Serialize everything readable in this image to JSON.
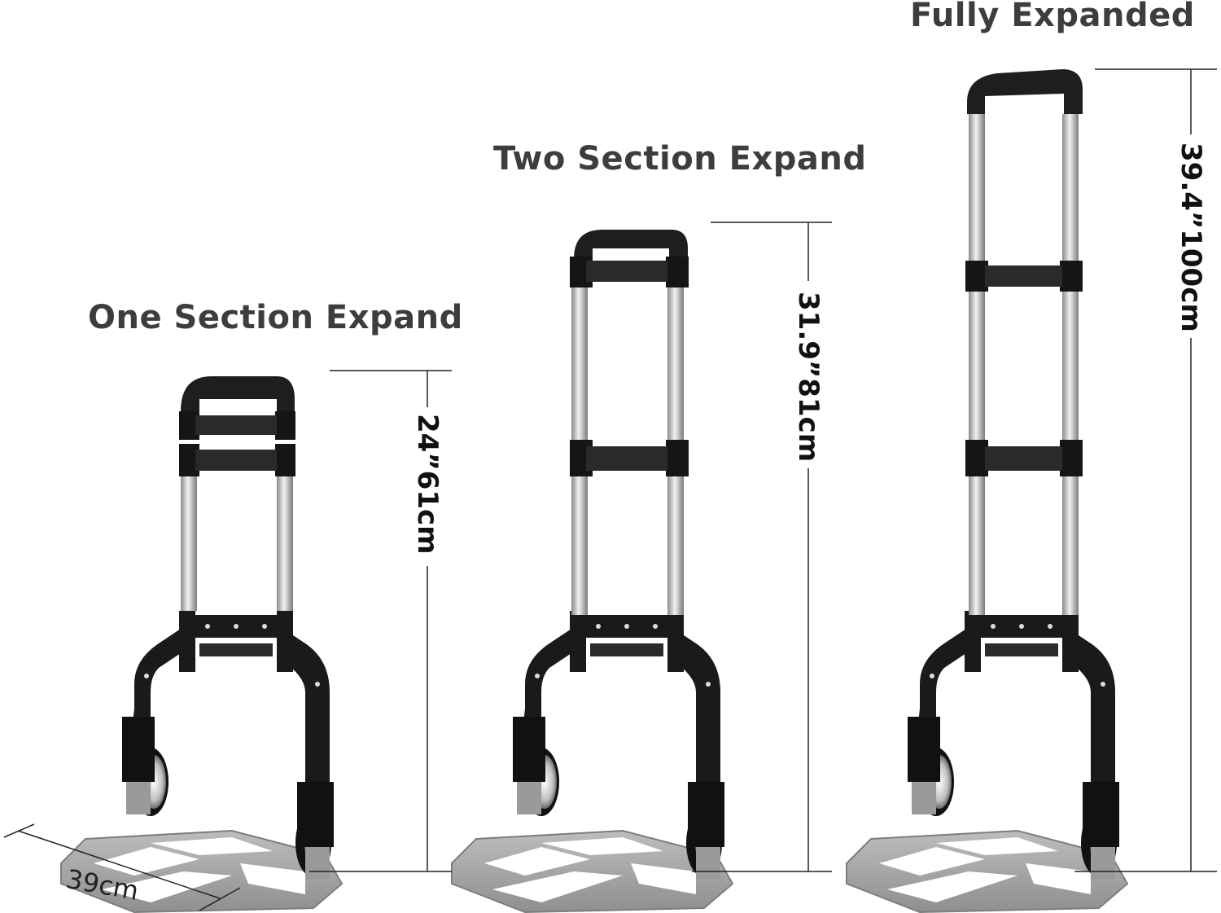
{
  "headings": {
    "one": "One Section Expand",
    "two": "Two Section Expand",
    "full": "Fully Expanded"
  },
  "dimensions": {
    "one_height": "24”61cm",
    "two_height": "31.9”81cm",
    "full_height": "39.4”100cm",
    "base_width": "39cm"
  },
  "colors": {
    "heading": "#3d3d3d",
    "frame_black": "#1a1a1a",
    "aluminum": "#c8c8c8",
    "plate": "#a9a9a9"
  }
}
